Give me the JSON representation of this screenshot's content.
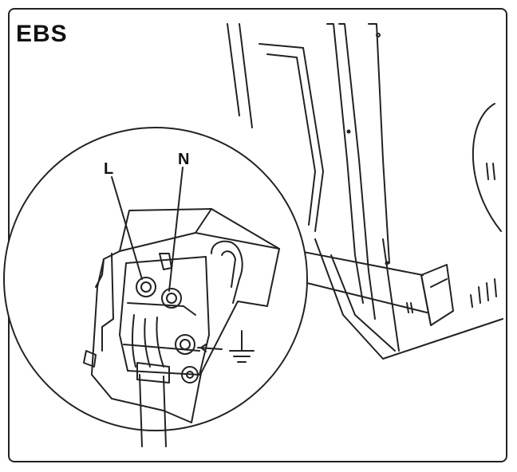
{
  "title": "EBS",
  "labels": {
    "live": "L",
    "neutral": "N"
  },
  "icons": {
    "ground": "ground-symbol-icon"
  },
  "colors": {
    "line": "#222222",
    "background": "#ffffff"
  }
}
